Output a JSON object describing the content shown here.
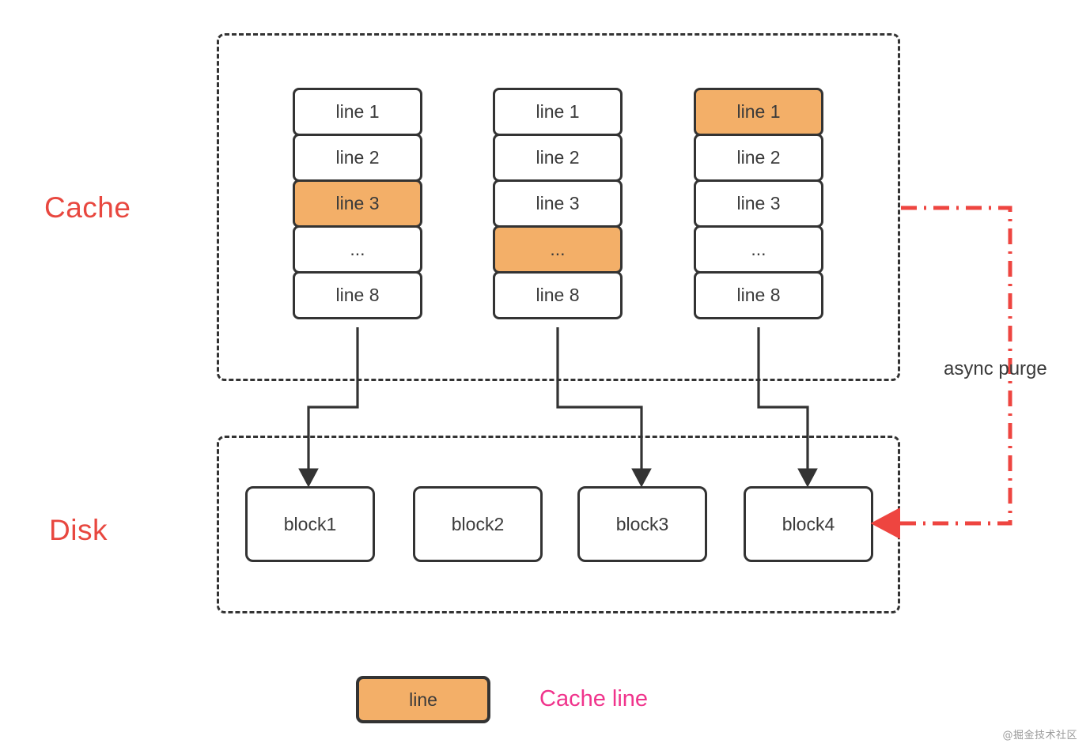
{
  "diagram": {
    "title": "Cache and Disk write-back / async purge diagram",
    "colors": {
      "highlight": "#f3af68",
      "stroke": "#333333",
      "region_label": "#e8473f",
      "legend_text": "#f0348c",
      "purge_arrow": "#ee4540"
    }
  },
  "regions": {
    "cache": {
      "label": "Cache"
    },
    "disk": {
      "label": "Disk"
    }
  },
  "cache_columns": [
    {
      "name": "cache-column-1",
      "lines": [
        {
          "label": "line 1",
          "highlighted": false
        },
        {
          "label": "line 2",
          "highlighted": false
        },
        {
          "label": "line 3",
          "highlighted": true
        },
        {
          "label": "...",
          "highlighted": false
        },
        {
          "label": "line 8",
          "highlighted": false
        }
      ]
    },
    {
      "name": "cache-column-2",
      "lines": [
        {
          "label": "line 1",
          "highlighted": false
        },
        {
          "label": "line 2",
          "highlighted": false
        },
        {
          "label": "line 3",
          "highlighted": false
        },
        {
          "label": "...",
          "highlighted": true
        },
        {
          "label": "line 8",
          "highlighted": false
        }
      ]
    },
    {
      "name": "cache-column-3",
      "lines": [
        {
          "label": "line 1",
          "highlighted": true
        },
        {
          "label": "line 2",
          "highlighted": false
        },
        {
          "label": "line 3",
          "highlighted": false
        },
        {
          "label": "...",
          "highlighted": false
        },
        {
          "label": "line 8",
          "highlighted": false
        }
      ]
    }
  ],
  "disk_blocks": [
    {
      "label": "block1"
    },
    {
      "label": "block2"
    },
    {
      "label": "block3"
    },
    {
      "label": "block4"
    }
  ],
  "connectors": [
    {
      "name": "cache-col-1-to-block1",
      "from": "cache-column-1",
      "to": "block1"
    },
    {
      "name": "cache-col-2-to-block3",
      "from": "cache-column-2",
      "to": "block3"
    },
    {
      "name": "cache-col-3-to-block4",
      "from": "cache-column-3",
      "to": "block4"
    }
  ],
  "annotations": {
    "async_purge": "async purge"
  },
  "legend": {
    "swatch_label": "line",
    "description": "Cache line"
  },
  "watermark": "@掘金技术社区"
}
